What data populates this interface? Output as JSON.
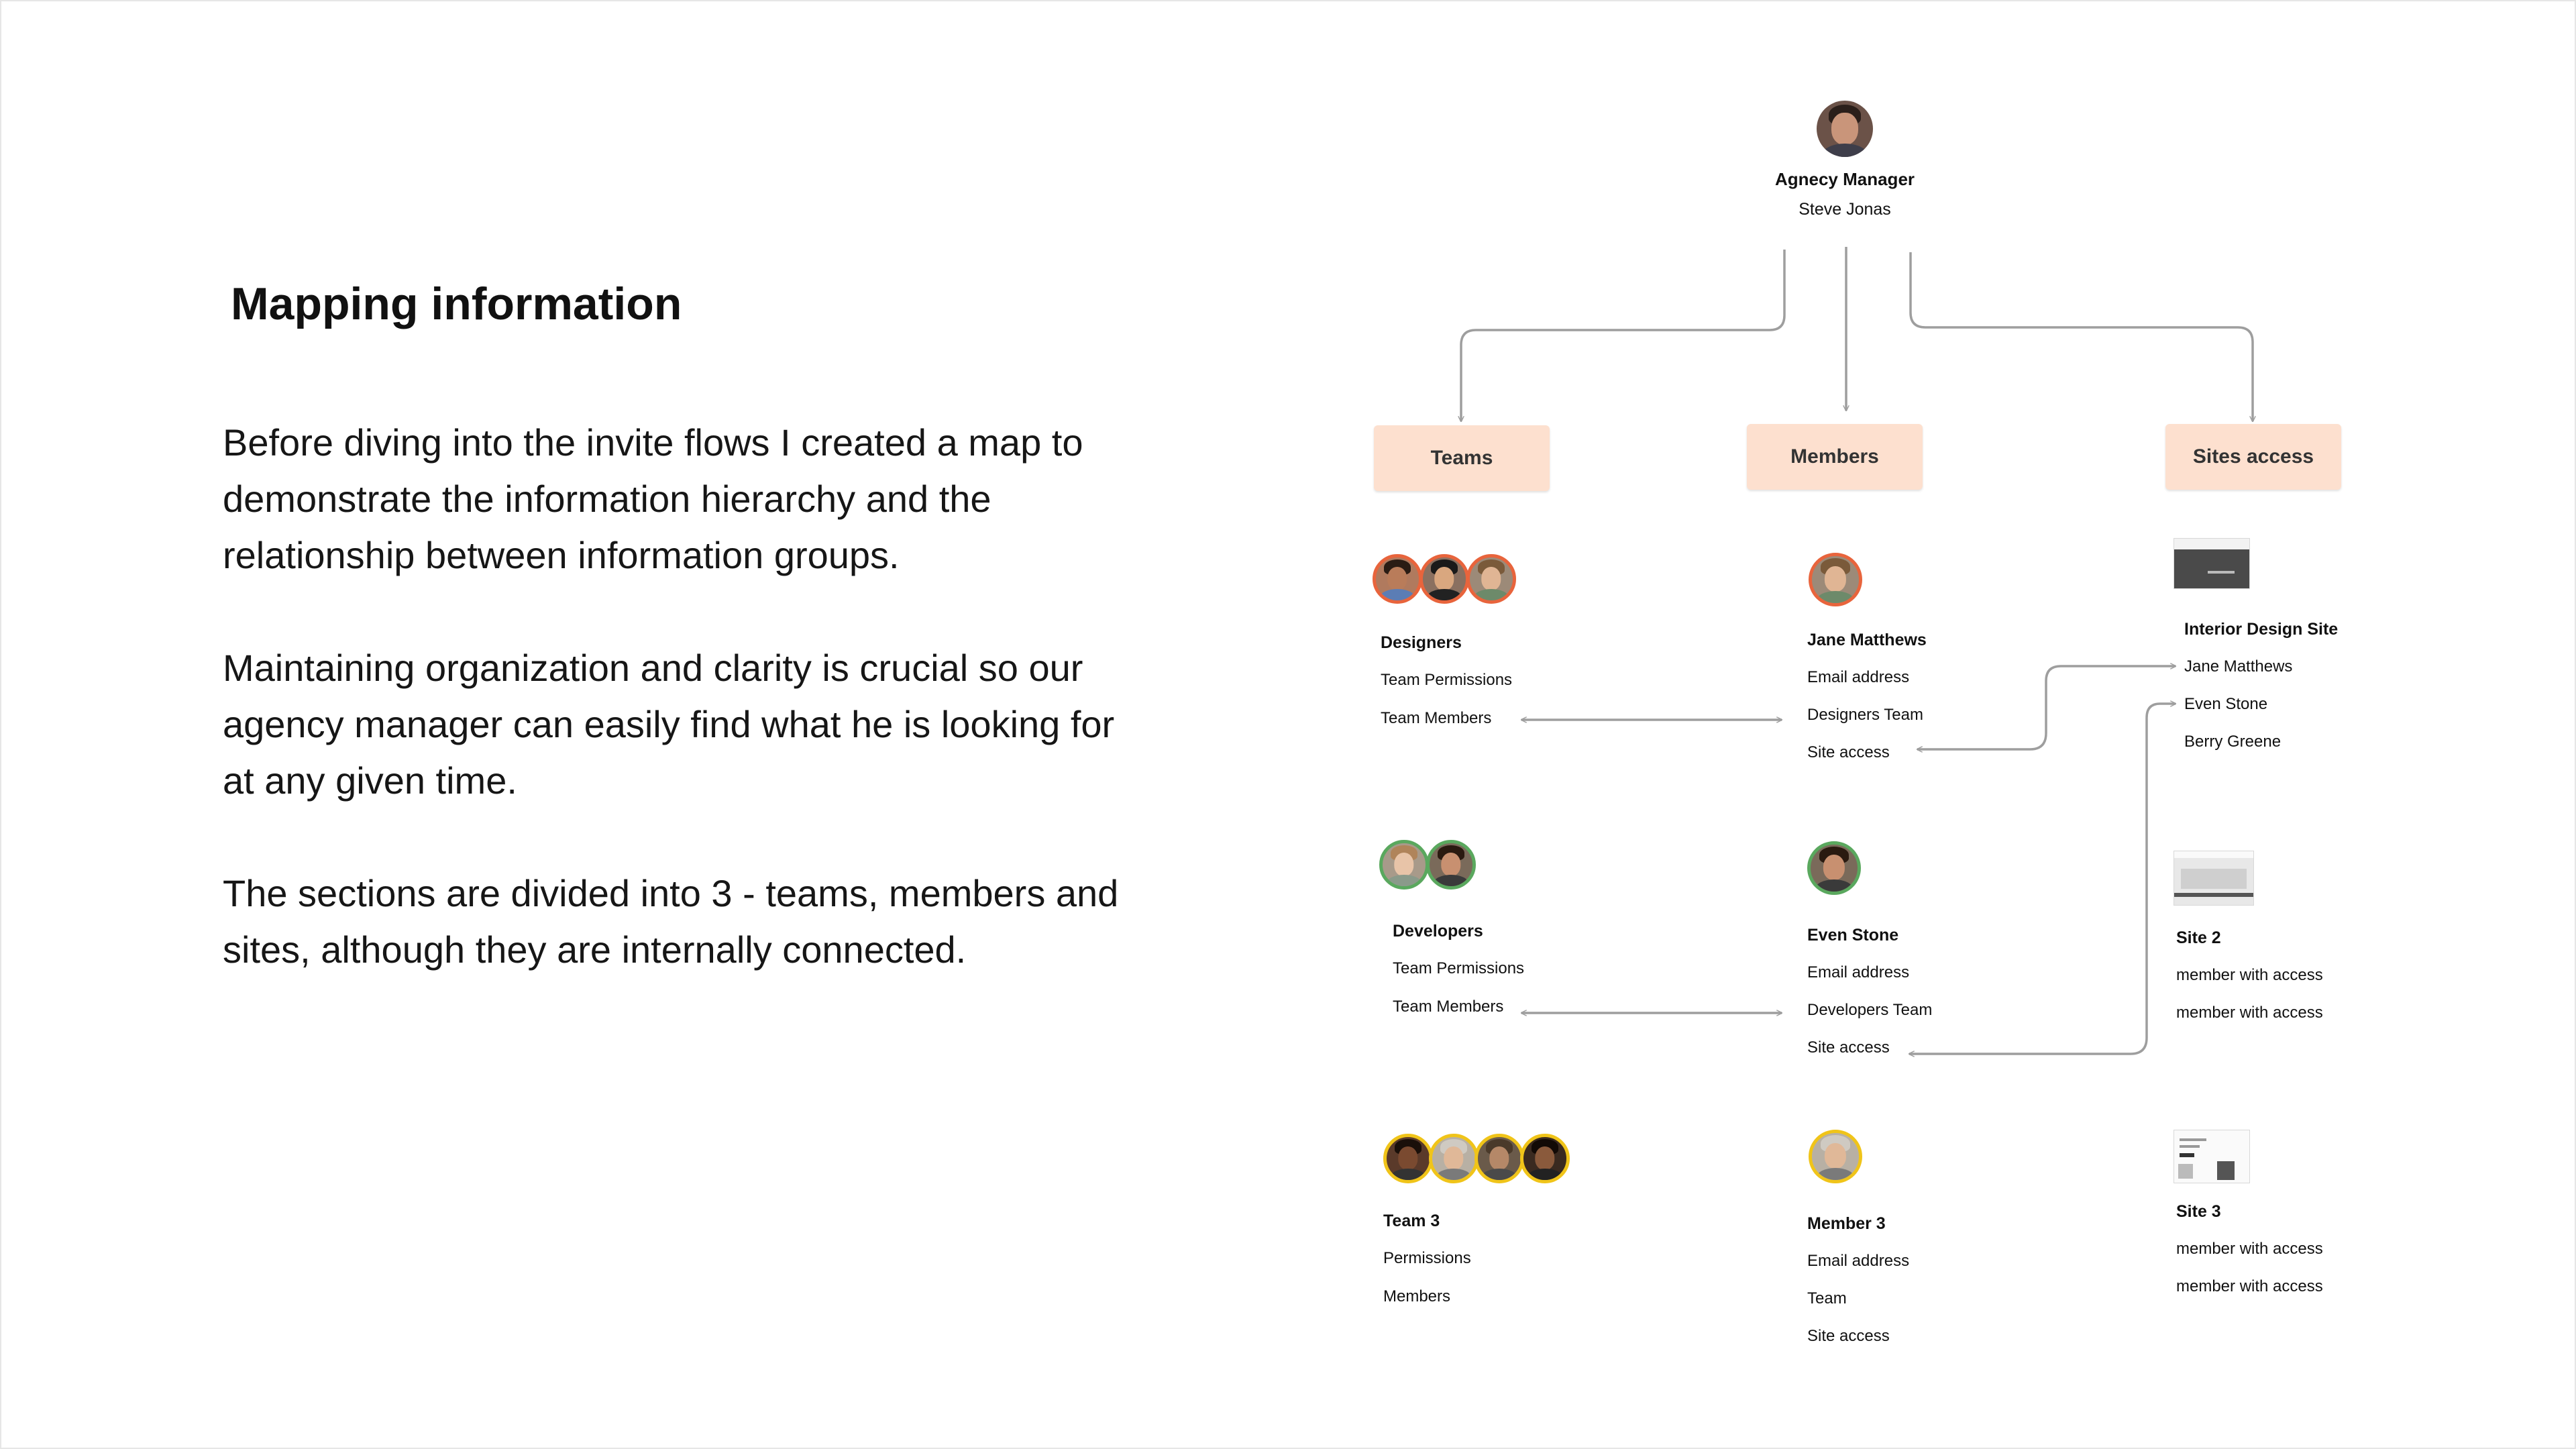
{
  "page": {
    "title": "Mapping information",
    "paragraphs": [
      "Before diving into the invite flows I created a map to demonstrate the information hierarchy and the relationship between information groups.",
      "Maintaining organization and clarity is crucial so our agency manager can easily find what he is looking for at any given time.",
      "The sections are divided into 3 - teams, members and sites, although they are internally connected."
    ]
  },
  "diagram": {
    "root": {
      "role": "Agnecy Manager",
      "name": "Steve Jonas",
      "icon": "person-avatar"
    },
    "sections": {
      "teams": "Teams",
      "members": "Members",
      "sites": "Sites access"
    },
    "teams": [
      {
        "name": "Designers",
        "items": [
          "Team Permissions",
          "Team Members"
        ],
        "avatar_ring": "#e8643c"
      },
      {
        "name": "Developers",
        "items": [
          "Team Permissions",
          "Team Members"
        ],
        "avatar_ring": "#5aa85e"
      },
      {
        "name": "Team 3",
        "items": [
          "Permissions",
          "Members"
        ],
        "avatar_ring": "#f0c419"
      }
    ],
    "members": [
      {
        "name": "Jane Matthews",
        "items": [
          "Email address",
          "Designers Team",
          "Site access"
        ],
        "avatar_ring": "#e8643c"
      },
      {
        "name": "Even Stone",
        "items": [
          "Email address",
          "Developers Team",
          "Site access"
        ],
        "avatar_ring": "#5aa85e"
      },
      {
        "name": "Member 3",
        "items": [
          "Email address",
          "Team",
          "Site access"
        ],
        "avatar_ring": "#f0c419"
      }
    ],
    "sites": [
      {
        "name": "Interior Design Site",
        "items": [
          "Jane Matthews",
          "Even Stone",
          "Berry Greene"
        ]
      },
      {
        "name": "Site 2",
        "items": [
          "member with access",
          "member with access"
        ]
      },
      {
        "name": "Site 3",
        "items": [
          "member with access",
          "member with access"
        ]
      }
    ],
    "colors": {
      "section_fill": "#fde0cf",
      "connector": "#9e9e9e"
    }
  }
}
